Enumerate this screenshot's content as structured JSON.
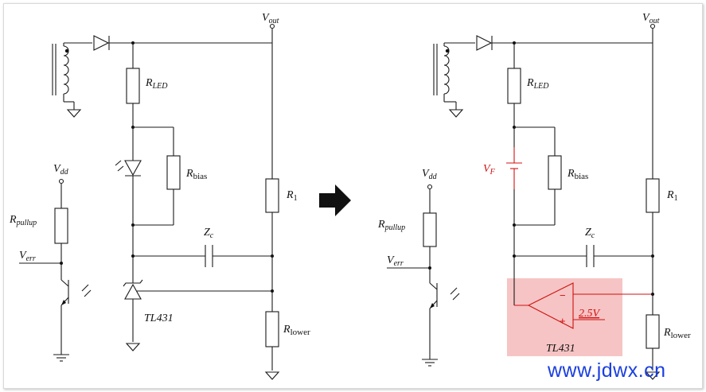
{
  "left_circuit": {
    "vout": "V",
    "vout_sub": "out",
    "r_led": "R",
    "r_led_sub": "LED",
    "r_bias": "R",
    "r_bias_sub": "bias",
    "r1": "R",
    "r1_sub": "1",
    "zc": "Z",
    "zc_sub": "c",
    "vdd": "V",
    "vdd_sub": "dd",
    "r_pullup": "R",
    "r_pullup_sub": "pullup",
    "verr": "V",
    "verr_sub": "err",
    "tl431": "TL431",
    "r_lower": "R",
    "r_lower_sub": "lower"
  },
  "right_circuit": {
    "vout": "V",
    "vout_sub": "out",
    "r_led": "R",
    "r_led_sub": "LED",
    "vf": "V",
    "vf_sub": "F",
    "r_bias": "R",
    "r_bias_sub": "bias",
    "r1": "R",
    "r1_sub": "1",
    "zc": "Z",
    "zc_sub": "c",
    "vdd": "V",
    "vdd_sub": "dd",
    "r_pullup": "R",
    "r_pullup_sub": "pullup",
    "verr": "V",
    "verr_sub": "err",
    "vref": "2.5V",
    "opamp_minus": "−",
    "opamp_plus": "+",
    "tl431": "TL431",
    "r_lower": "R",
    "r_lower_sub": "lower"
  },
  "watermark": "www.jdwx.cn",
  "colors": {
    "wire": "#1a1a1a",
    "highlight_red": "#d01010",
    "tl431_box": "#f6c4c4",
    "watermark_blue": "#1a3ee0"
  },
  "icons": [
    "transformer-winding-icon",
    "diode-icon",
    "led-icon",
    "phototransistor-icon",
    "zener-tl431-icon",
    "ground-icon",
    "right-arrow-icon",
    "battery-icon",
    "opamp-icon"
  ]
}
